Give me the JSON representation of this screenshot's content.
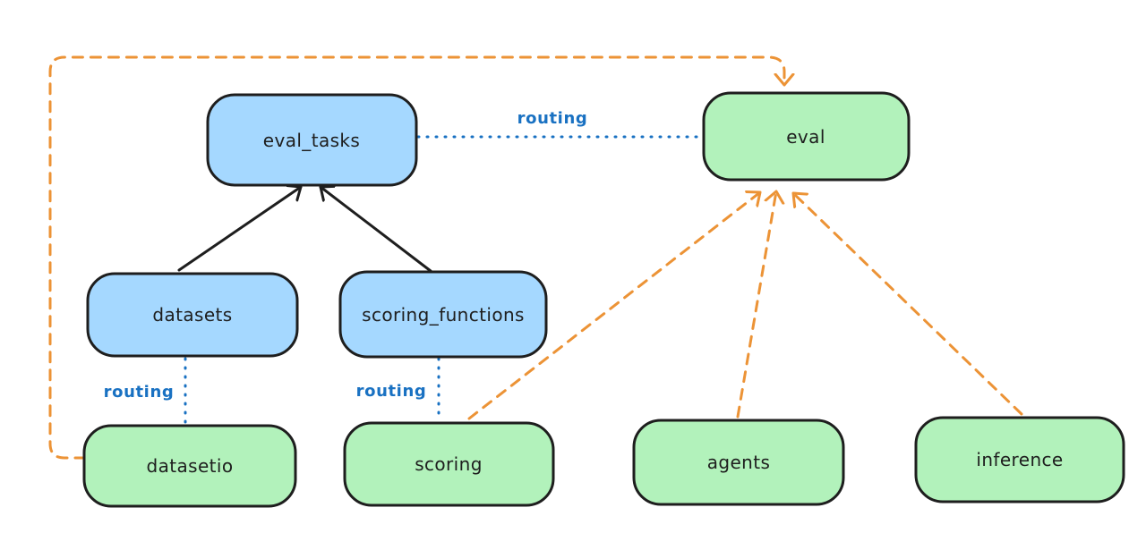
{
  "diagram": {
    "background": "#ffffff",
    "colors": {
      "black": "#1e1e1e",
      "routing_blue": "#1971c2",
      "provider_orange": "#ec9336",
      "blue_fill": "#a5d8ff",
      "green_fill": "#b2f2bb",
      "text": "#1e1e1e"
    },
    "nodes": [
      {
        "id": "eval_tasks",
        "label": "eval_tasks",
        "fill": "#a5d8ff"
      },
      {
        "id": "eval",
        "label": "eval",
        "fill": "#b2f2bb"
      },
      {
        "id": "datasets",
        "label": "datasets",
        "fill": "#a5d8ff"
      },
      {
        "id": "scoring_functions",
        "label": "scoring_functions",
        "fill": "#a5d8ff"
      },
      {
        "id": "datasetio",
        "label": "datasetio",
        "fill": "#b2f2bb"
      },
      {
        "id": "scoring",
        "label": "scoring",
        "fill": "#b2f2bb"
      },
      {
        "id": "agents",
        "label": "agents",
        "fill": "#b2f2bb"
      },
      {
        "id": "inference",
        "label": "inference",
        "fill": "#b2f2bb"
      }
    ],
    "edges": [
      {
        "from": "datasets",
        "to": "eval_tasks",
        "style": "solid",
        "label": ""
      },
      {
        "from": "scoring_functions",
        "to": "eval_tasks",
        "style": "solid",
        "label": ""
      },
      {
        "from": "eval_tasks",
        "to": "eval",
        "style": "dotted",
        "label": "routing"
      },
      {
        "from": "datasets",
        "to": "datasetio",
        "style": "dotted",
        "label": "routing"
      },
      {
        "from": "scoring_functions",
        "to": "scoring",
        "style": "dotted",
        "label": "routing"
      },
      {
        "from": "datasetio",
        "to": "eval",
        "style": "dashed",
        "label": ""
      },
      {
        "from": "scoring",
        "to": "eval",
        "style": "dashed",
        "label": ""
      },
      {
        "from": "agents",
        "to": "eval",
        "style": "dashed",
        "label": ""
      },
      {
        "from": "inference",
        "to": "eval",
        "style": "dashed",
        "label": ""
      }
    ]
  }
}
